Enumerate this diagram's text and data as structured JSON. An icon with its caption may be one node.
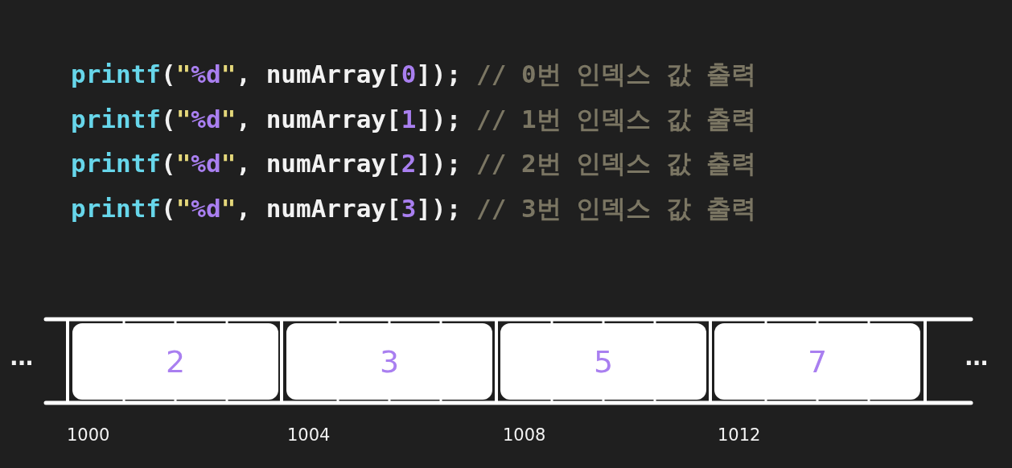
{
  "diagram": {
    "nodes": [
      {
        "text": [
          "2"
        ]
      },
      {
        "text": [
          "3"
        ]
      },
      {
        "text": [
          "5"
        ]
      },
      {
        "text": [
          "7"
        ]
      }
    ],
    "labels": [
      "printf(\"%d\", numArray[0]); // 0번 인덱스 값 출력",
      "printf(\"%d\", numArray[1]); // 1번 인덱스 값 출력",
      "printf(\"%d\", numArray[2]); // 2번 인덱스 값 출력",
      "printf(\"%d\", numArray[3]); // 3번 인덱스 값 출력",
      "...",
      "...",
      "1000",
      "1004",
      "1008",
      "1012"
    ]
  }
}
